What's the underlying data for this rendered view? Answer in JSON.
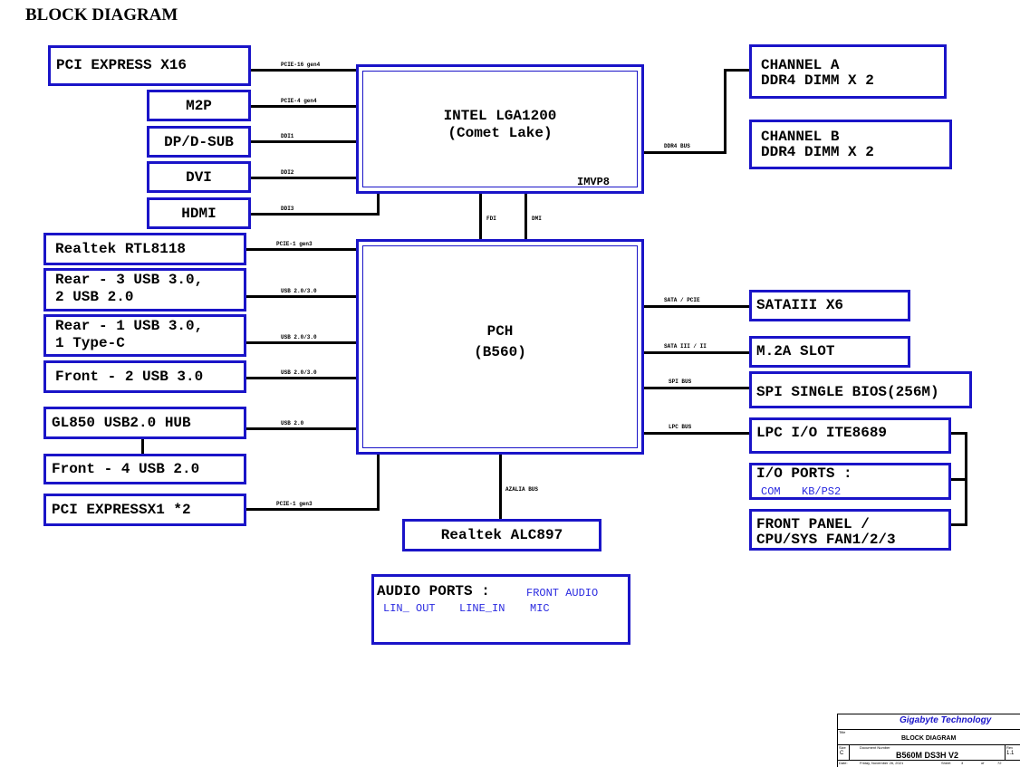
{
  "page_title": "BLOCK DIAGRAM",
  "cpu": {
    "line1": "INTEL LGA1200",
    "line2": "(Comet Lake)",
    "vr": "IMVP8"
  },
  "pch": {
    "line1": "PCH",
    "line2": "(B560)"
  },
  "left_cpu": [
    {
      "label": "PCI EXPRESS X16",
      "bus": "PCIE-16 gen4"
    },
    {
      "label": "M2P",
      "bus": "PCIE-4 gen4"
    },
    {
      "label": "DP/D-SUB",
      "bus": "DDI1"
    },
    {
      "label": "DVI",
      "bus": "DDI2"
    },
    {
      "label": "HDMI",
      "bus": "DDI3"
    }
  ],
  "right_cpu": {
    "bus": "DDR4 BUS",
    "channel_a": {
      "line1": "CHANNEL A",
      "line2": "DDR4 DIMM X 2"
    },
    "channel_b": {
      "line1": "CHANNEL B",
      "line2": "DDR4 DIMM X 2"
    }
  },
  "cpu_pch_links": {
    "fdi": "FDI",
    "dmi": "DMI"
  },
  "left_pch": {
    "lan": {
      "label": "Realtek RTL8118",
      "bus": "PCIE-1 gen3"
    },
    "rear1": {
      "line1": "Rear - 3 USB 3.0,",
      "line2": "2 USB 2.0",
      "bus": "USB 2.0/3.0"
    },
    "rear2": {
      "line1": "Rear - 1 USB 3.0,",
      "line2": "1 Type-C",
      "bus": "USB 2.0/3.0"
    },
    "front_usb3": {
      "label": "Front - 2 USB 3.0",
      "bus": "USB 2.0/3.0"
    },
    "hub": {
      "label": "GL850 USB2.0 HUB",
      "bus": "USB 2.0"
    },
    "front_usb2": {
      "label": "Front - 4 USB 2.0"
    },
    "pcie_x1": {
      "label": "PCI EXPRESSX1 *2",
      "bus": "PCIE-1 gen3"
    }
  },
  "right_pch": {
    "sata": {
      "label": "SATAIII X6",
      "bus": "SATA / PCIE"
    },
    "m2a": {
      "label": "M.2A SLOT",
      "bus": "SATA III / II"
    },
    "bios": {
      "label": "SPI SINGLE BIOS(256M)",
      "bus": "SPI BUS"
    },
    "lpc": {
      "label": "LPC I/O ITE8689",
      "bus": "LPC BUS"
    },
    "io_ports": {
      "label": "I/O PORTS :",
      "item1": "COM",
      "item2": "KB/PS2"
    },
    "front_panel": {
      "line1": "FRONT PANEL /",
      "line2": "CPU/SYS FAN1/2/3"
    }
  },
  "audio": {
    "bus": "AZALIA BUS",
    "codec": "Realtek ALC897",
    "ports_label": "AUDIO PORTS :",
    "front": "FRONT AUDIO",
    "lin_out": "LIN_ OUT",
    "line_in": "LINE_IN",
    "mic": "MIC"
  },
  "title_block": {
    "company": "Gigabyte Technology",
    "title_caption": "Title",
    "title": "BLOCK DIAGRAM",
    "size_caption": "Size",
    "size": "C",
    "doc_caption": "Document Number",
    "doc": "B560M DS3H V2",
    "rev_caption": "Rev",
    "rev": "1.1",
    "date_caption": "Date:",
    "date": "Friday, November 26, 2021",
    "sheet_caption": "Sheet",
    "sheet": "3",
    "of_caption": "of",
    "of": "72"
  },
  "colors": {
    "box_border": "#1a14c8",
    "blue_text": "#2a2ae0",
    "company_text": "#1a14c8"
  }
}
